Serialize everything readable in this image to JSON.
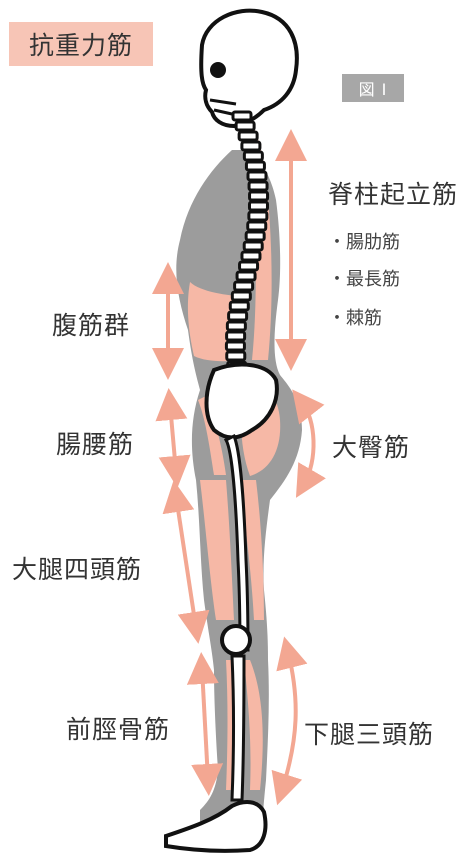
{
  "title": "抗重力筋",
  "figure_label": "図 I",
  "colors": {
    "muscle": "#f6b8a6",
    "arrow": "#f3a792",
    "silhouette": "#9c9c9c",
    "bone": "#ffffff",
    "outline": "#111111",
    "title_bg": "#f7c5b6",
    "figure_bg": "#a7a7a7"
  },
  "labels": {
    "erector_spinae": "脊柱起立筋",
    "iliocostalis": "・腸肋筋",
    "longissimus": "・最長筋",
    "spinalis": "・棘筋",
    "abdominal": "腹筋群",
    "iliopsoas": "腸腰筋",
    "gluteus_maximus": "大臀筋",
    "quadriceps": "大腿四頭筋",
    "tibialis_anterior": "前脛骨筋",
    "triceps_surae": "下腿三頭筋"
  }
}
